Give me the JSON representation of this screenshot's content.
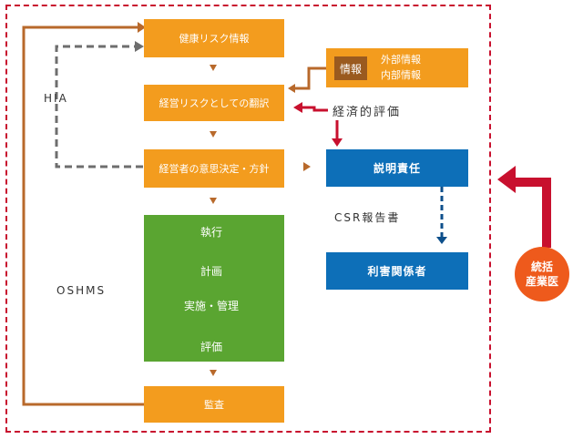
{
  "boxes": {
    "health_risk_info": "健康リスク情報",
    "business_risk": "経営リスクとしての翻訳",
    "management_decision": "経営者の意思決定・方針",
    "execution": "執行",
    "plan": "計画",
    "implement": "実施・管理",
    "evaluate": "評価",
    "audit": "監査",
    "accountability": "説明責任",
    "stakeholders": "利害関係者",
    "info_tag": "情報",
    "external_info": "外部情報",
    "internal_info": "内部情報"
  },
  "labels": {
    "hia": "HIA",
    "oshms": "OSHMS",
    "economic_evaluation": "経済的評価",
    "csr_report": "CSR報告書",
    "integrated_occupational_physician": [
      "統括",
      "産業医"
    ]
  },
  "colors": {
    "orange": "#f39c1e",
    "green": "#5aa531",
    "dark_green": "#1e5e2a",
    "blue": "#0d6fb8",
    "red": "#c8102e",
    "brown": "#b8692b",
    "gray_dash": "#6e6e6e",
    "circle": "#ee5a1c"
  }
}
